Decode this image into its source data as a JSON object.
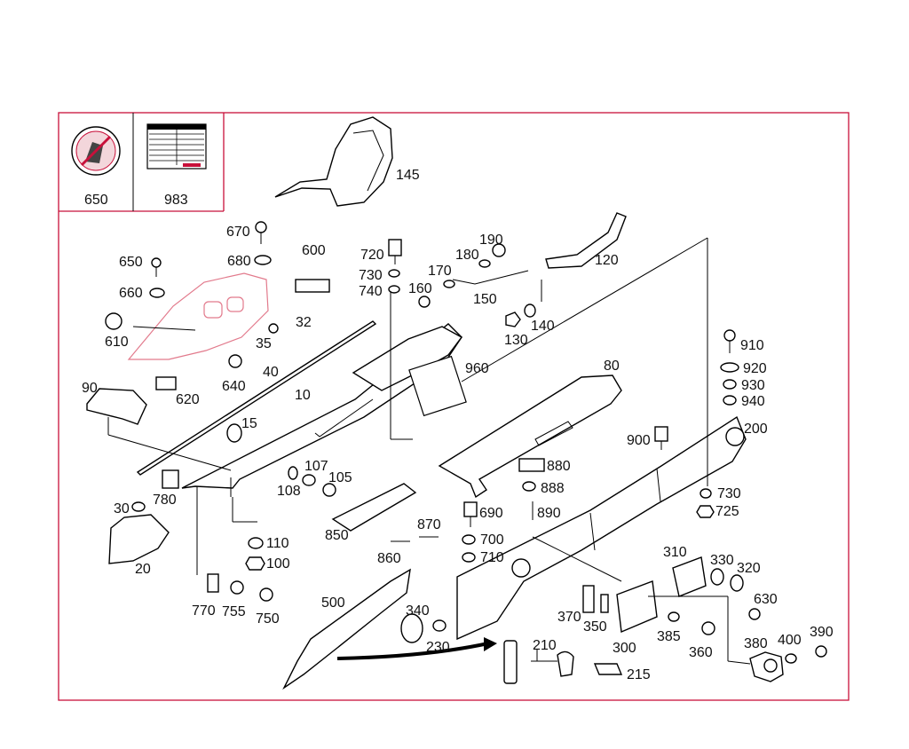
{
  "colors": {
    "frame": "#c8103a",
    "ink": "#000000",
    "pink": "#e27a8c",
    "background": "#ffffff"
  },
  "labels": [
    "650",
    "983",
    "145",
    "670",
    "680",
    "600",
    "720",
    "730",
    "740",
    "170",
    "180",
    "190",
    "160",
    "150",
    "120",
    "650",
    "660",
    "610",
    "35",
    "32",
    "130",
    "140",
    "640",
    "40",
    "620",
    "960",
    "80",
    "910",
    "920",
    "930",
    "940",
    "90",
    "10",
    "15",
    "900",
    "200",
    "107",
    "105",
    "880",
    "888",
    "780",
    "108",
    "30",
    "690",
    "890",
    "730",
    "725",
    "850",
    "870",
    "110",
    "100",
    "700",
    "710",
    "20",
    "860",
    "310",
    "330",
    "320",
    "630",
    "500",
    "770",
    "755",
    "750",
    "340",
    "370",
    "350",
    "230",
    "300",
    "385",
    "360",
    "380",
    "400",
    "390",
    "210",
    "215"
  ],
  "inset_labels": {
    "left": "650",
    "right": "983"
  }
}
